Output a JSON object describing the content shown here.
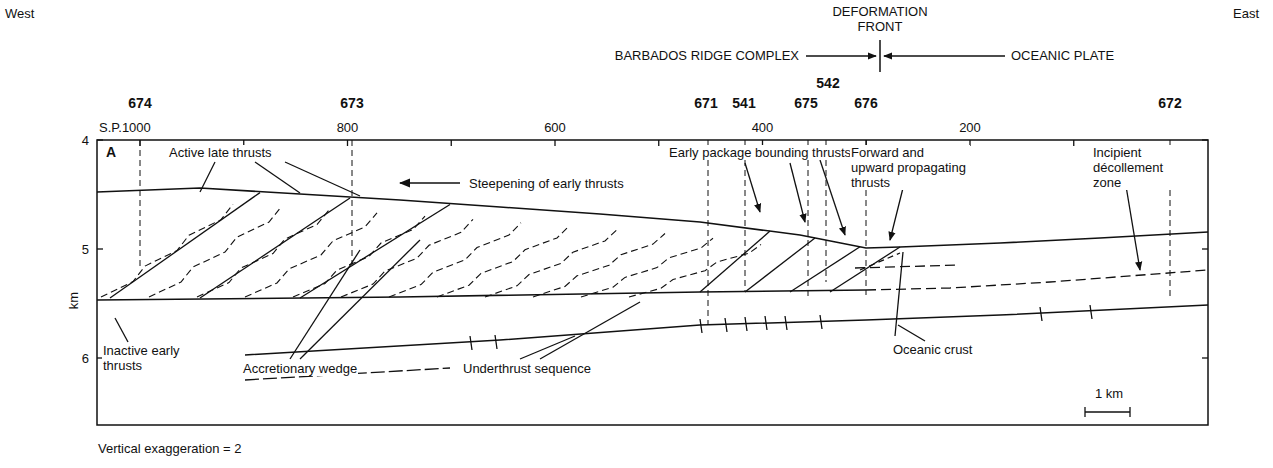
{
  "diagram": {
    "labels": [
      "West",
      "East",
      "DEFORMATION FRONT",
      "BARBADOS RIDGE COMPLEX",
      "OCEANIC PLATE",
      "674",
      "673",
      "671",
      "541",
      "675",
      "542",
      "676",
      "672",
      "S.P.1000",
      "800",
      "600",
      "400",
      "200",
      "4",
      "5",
      "6",
      "km",
      "A",
      "Active late thrusts",
      "Steepening of early thrusts",
      "Early package bounding thrusts",
      "Forward and upward propagating thrusts",
      "Incipient décollement zone",
      "Inactive early thrusts",
      "Accretionary wedge",
      "Underthrust sequence",
      "Oceanic crust",
      "1 km",
      "Vertical exaggeration = 2"
    ]
  }
}
